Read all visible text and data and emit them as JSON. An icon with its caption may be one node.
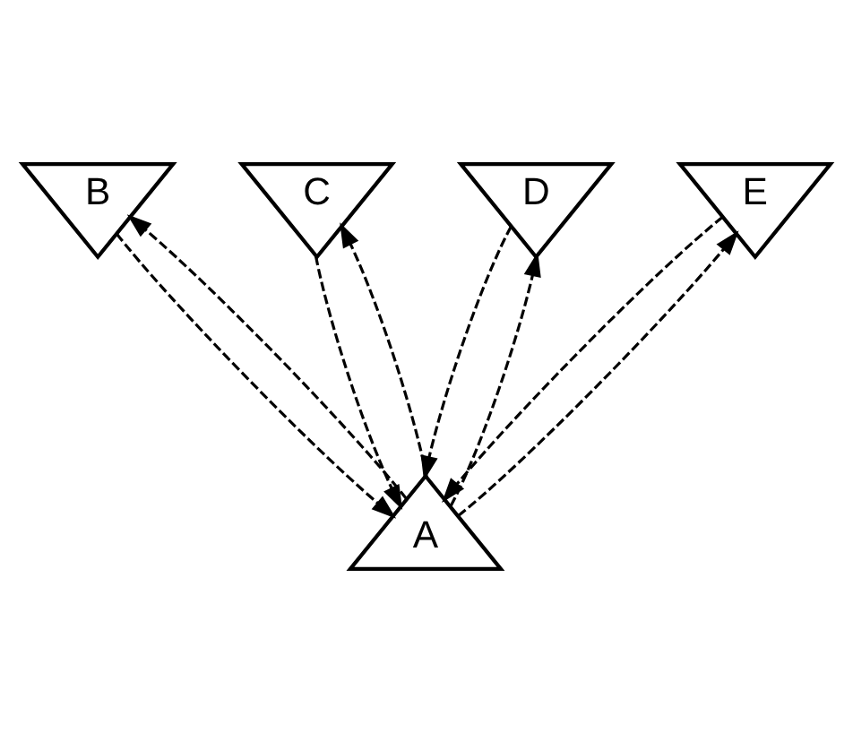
{
  "diagram": {
    "nodes": [
      {
        "text": [
          "B"
        ]
      },
      {
        "text": [
          "C"
        ]
      },
      {
        "text": [
          "D"
        ]
      },
      {
        "text": [
          "E"
        ]
      },
      {
        "text": [
          "A"
        ]
      }
    ],
    "edges": [
      {
        "from": 4,
        "to": 0,
        "arrow": "to",
        "style": "dashed"
      },
      {
        "from": 0,
        "to": 4,
        "arrow": "to",
        "style": "dashed"
      },
      {
        "from": 4,
        "to": 1,
        "arrow": "to",
        "style": "dashed"
      },
      {
        "from": 1,
        "to": 4,
        "arrow": "to",
        "style": "dashed"
      },
      {
        "from": 4,
        "to": 2,
        "arrow": "to",
        "style": "dashed"
      },
      {
        "from": 2,
        "to": 4,
        "arrow": "to",
        "style": "dashed"
      },
      {
        "from": 4,
        "to": 3,
        "arrow": "to",
        "style": "dashed"
      },
      {
        "from": 3,
        "to": 4,
        "arrow": "to",
        "style": "dashed"
      }
    ]
  }
}
